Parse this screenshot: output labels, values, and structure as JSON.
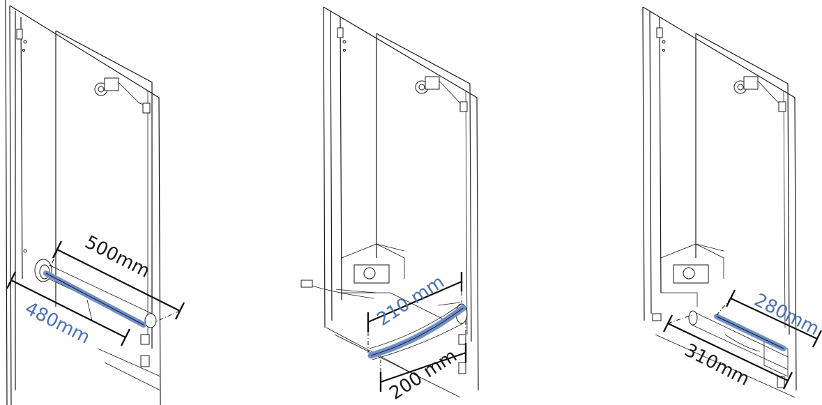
{
  "panels": [
    {
      "pipe_length": "480mm",
      "overall_length": "500mm",
      "colors": {
        "pipe": "#6f8fc9",
        "pipe_label": "#4a72b5",
        "overall_label": "#1a1a1a"
      }
    },
    {
      "pipe_length": "210 mm",
      "overall_length": "200 mm",
      "colors": {
        "pipe": "#6f8fc9",
        "pipe_label": "#4a72b5",
        "overall_label": "#1a1a1a"
      }
    },
    {
      "pipe_length": "280mm",
      "overall_length": "310mm",
      "colors": {
        "pipe": "#6f8fc9",
        "pipe_label": "#4a72b5",
        "overall_label": "#1a1a1a"
      }
    }
  ]
}
